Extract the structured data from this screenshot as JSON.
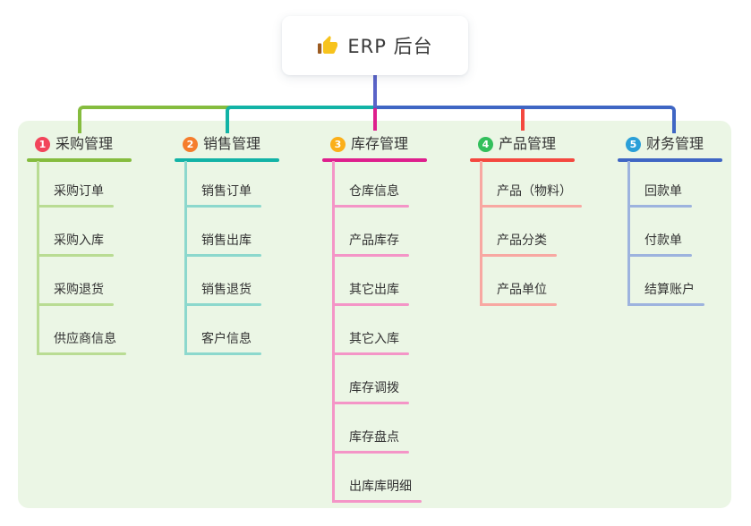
{
  "root": {
    "icon": "thumbs-up-icon",
    "label": "ERP 后台"
  },
  "colors": {
    "canvas_bg": "#ffffff",
    "panel_bg": "#ebf6e5",
    "root_line": "#5a63c8",
    "root_text": "#3a3a3a",
    "topic_text": "#333333",
    "thumb_hand": "#f7c31d",
    "thumb_cuff": "#9c5b21"
  },
  "branches": [
    {
      "index": "1",
      "label": "采购管理",
      "badge_color": "#f2455b",
      "line_color": "#85bc3e",
      "child_line_color": "#b9dc93",
      "children": [
        "采购订单",
        "采购入库",
        "采购退货",
        "供应商信息"
      ]
    },
    {
      "index": "2",
      "label": "销售管理",
      "badge_color": "#f57d2c",
      "line_color": "#12b3a6",
      "child_line_color": "#8cd8cd",
      "children": [
        "销售订单",
        "销售出库",
        "销售退货",
        "客户信息"
      ]
    },
    {
      "index": "3",
      "label": "库存管理",
      "badge_color": "#fbaf19",
      "line_color": "#de1f8d",
      "child_line_color": "#f495c7",
      "children": [
        "仓库信息",
        "产品库存",
        "其它出库",
        "其它入库",
        "库存调拨",
        "库存盘点",
        "出库库明细"
      ]
    },
    {
      "index": "4",
      "label": "产品管理",
      "badge_color": "#33bf5c",
      "line_color": "#f4483f",
      "child_line_color": "#f8a8a2",
      "children": [
        "产品（物料）",
        "产品分类",
        "产品单位"
      ]
    },
    {
      "index": "5",
      "label": "财务管理",
      "badge_color": "#2a9fd8",
      "line_color": "#3f66c4",
      "child_line_color": "#9db3de",
      "children": [
        "回款单",
        "付款单",
        "结算账户"
      ]
    }
  ]
}
